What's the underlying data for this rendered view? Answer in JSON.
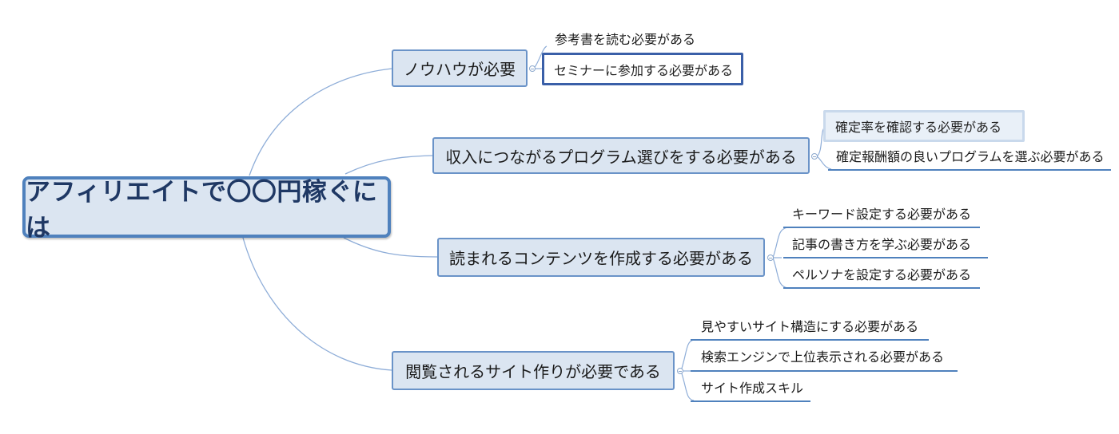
{
  "central": {
    "label": "アフィリエイトで〇〇円稼ぐには"
  },
  "branches": [
    {
      "label": "ノウハウが必要",
      "children": [
        "参考書を読む必要がある",
        "セミナーに参加する必要がある"
      ]
    },
    {
      "label": "収入につながるプログラム選びをする必要がある",
      "children": [
        "確定率を確認する必要がある",
        "確定報酬額の良いプログラムを選ぶ必要がある"
      ]
    },
    {
      "label": "読まれるコンテンツを作成する必要がある",
      "children": [
        "キーワード設定する必要がある",
        "記事の書き方を学ぶ必要がある",
        "ペルソナを設定する必要がある"
      ]
    },
    {
      "label": "閲覧されるサイト作りが必要である",
      "children": [
        "見やすいサイト構造にする必要がある",
        "検索エンジンで上位表示される必要がある",
        "サイト作成スキル"
      ]
    }
  ],
  "colors": {
    "connector": "#8eadd8",
    "underline": "#4f81bd",
    "central_border": "#4f81bd",
    "node_fill": "#dbe5f1"
  }
}
